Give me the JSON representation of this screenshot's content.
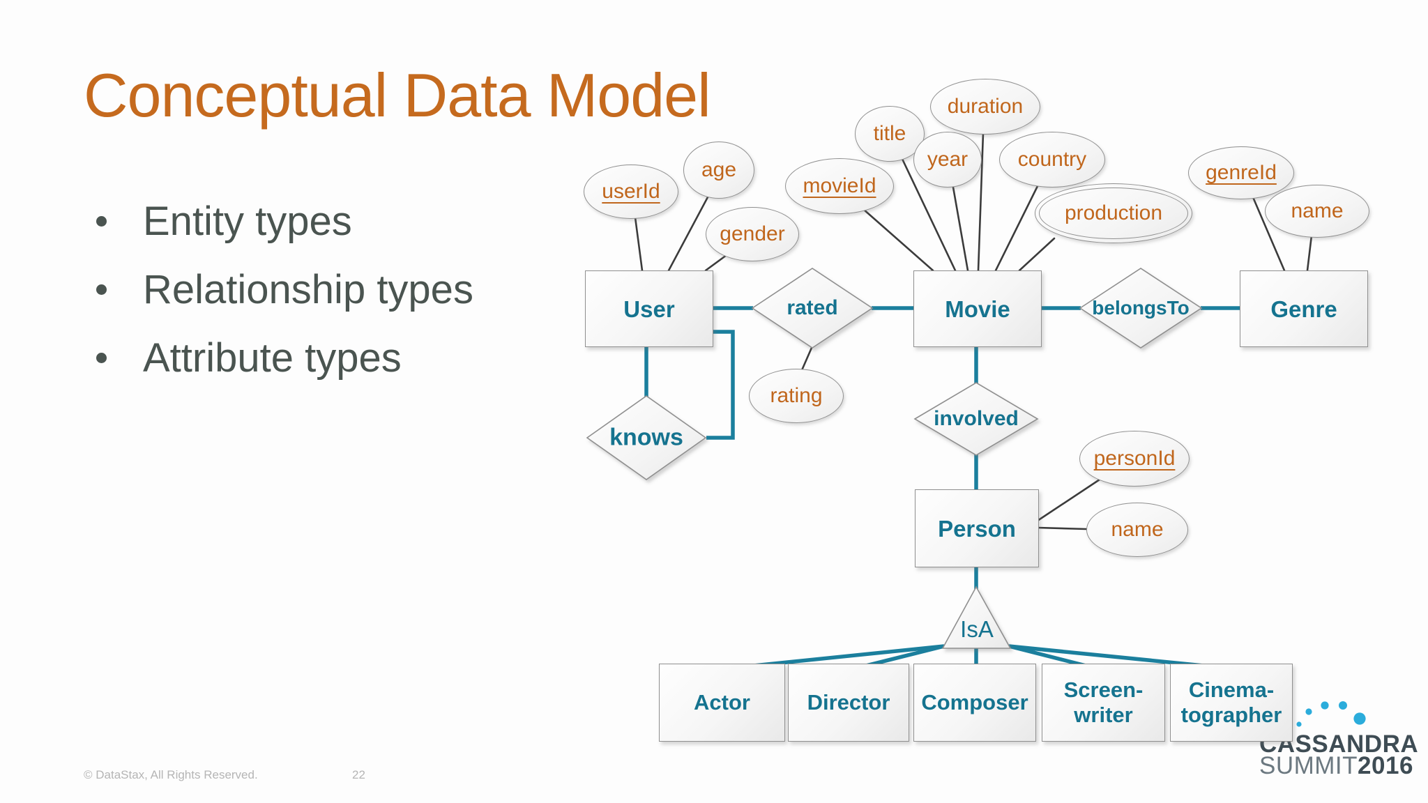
{
  "slide": {
    "title": "Conceptual Data Model",
    "bullets": [
      "Entity types",
      "Relationship types",
      "Attribute types"
    ],
    "footer": {
      "copyright": "© DataStax, All Rights Reserved.",
      "page_number": "22"
    },
    "logo": {
      "brand": "CASSANDRA",
      "event": "SUMMIT",
      "year": "2016"
    }
  },
  "colors": {
    "title_orange": "#c56a1e",
    "attribute_orange": "#c0661c",
    "entity_teal": "#15738f",
    "connector_teal": "#1b7f9d",
    "attribute_line_gray": "#3b3b3b",
    "body_text_gray": "#4a5450",
    "footer_gray": "#b5b5b5",
    "logo_dark": "#3e4c54",
    "logo_light": "#6b7880",
    "logo_dot_blue": "#2bacdb"
  },
  "diagram": {
    "entities": [
      {
        "label": "User"
      },
      {
        "label": "Movie"
      },
      {
        "label": "Genre"
      },
      {
        "label": "Person"
      },
      {
        "label": "Actor"
      },
      {
        "label": "Director"
      },
      {
        "label": "Composer"
      },
      {
        "label": "Screen-writer"
      },
      {
        "label": "Cinema-tographer"
      }
    ],
    "relationships": [
      {
        "label": "rated",
        "between": [
          "User",
          "Movie"
        ]
      },
      {
        "label": "belongsTo",
        "between": [
          "Movie",
          "Genre"
        ]
      },
      {
        "label": "knows",
        "between": [
          "User",
          "User"
        ]
      },
      {
        "label": "involved",
        "between": [
          "Movie",
          "Person"
        ]
      },
      {
        "label": "IsA",
        "between": [
          "Person",
          "Actor/Director/Composer/Screen-writer/Cinema-tographer"
        ]
      }
    ],
    "attributes": [
      {
        "label": "userId",
        "key": true,
        "owner": "User"
      },
      {
        "label": "age",
        "key": false,
        "owner": "User"
      },
      {
        "label": "gender",
        "key": false,
        "owner": "User"
      },
      {
        "label": "movieId",
        "key": true,
        "owner": "Movie"
      },
      {
        "label": "title",
        "key": false,
        "owner": "Movie"
      },
      {
        "label": "duration",
        "key": false,
        "owner": "Movie"
      },
      {
        "label": "year",
        "key": false,
        "owner": "Movie"
      },
      {
        "label": "country",
        "key": false,
        "owner": "Movie"
      },
      {
        "label": "production",
        "key": false,
        "multivalued": true,
        "owner": "Movie"
      },
      {
        "label": "genreId",
        "key": true,
        "owner": "Genre"
      },
      {
        "label": "name",
        "key": false,
        "owner": "Genre"
      },
      {
        "label": "rating",
        "key": false,
        "owner": "rated"
      },
      {
        "label": "personId",
        "key": true,
        "owner": "Person"
      },
      {
        "label": "name",
        "key": false,
        "owner": "Person"
      }
    ]
  }
}
